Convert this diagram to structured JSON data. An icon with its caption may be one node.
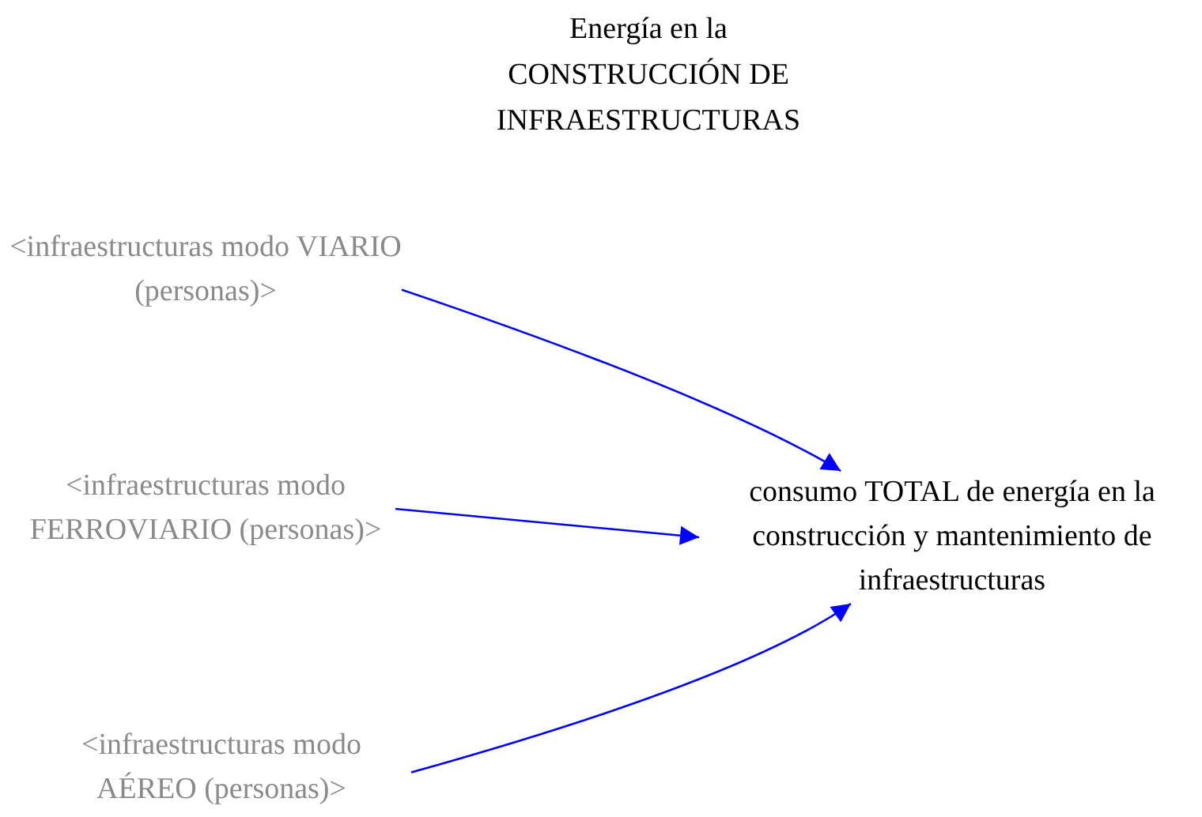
{
  "diagram": {
    "title": "Energía en la CONSTRUCCIÓN DE INFRAESTRUCTURAS",
    "nodes": [
      {
        "text": [
          "<infraestructuras modo VIARIO (personas)>"
        ]
      },
      {
        "text": [
          "<infraestructuras modo FERROVIARIO (personas)>"
        ]
      },
      {
        "text": [
          "<infraestructuras modo AÉREO (personas)>"
        ]
      },
      {
        "text": [
          "consumo TOTAL de energía en la construcción y mantenimiento de infraestructuras"
        ]
      }
    ],
    "edges": [
      {
        "from": 0,
        "to": 3,
        "arrow": "to"
      },
      {
        "from": 1,
        "to": 3,
        "arrow": "to"
      },
      {
        "from": 2,
        "to": 3,
        "arrow": "to"
      }
    ]
  }
}
